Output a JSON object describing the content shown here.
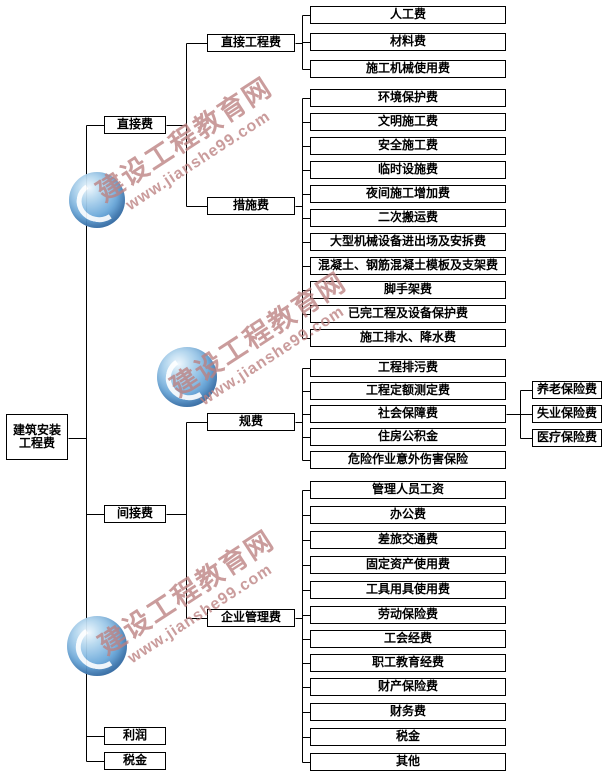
{
  "watermark": {
    "brand": "建设工程教育网",
    "url": "www.jianshe99.com"
  },
  "colors": {
    "line": "#000000",
    "watermark_text": "#bb8080",
    "logo_blue": "#3a77b4"
  },
  "tree": {
    "root": "建筑安装工程费",
    "level1": {
      "direct": "直接费",
      "indirect": "间接费",
      "profit": "利润",
      "tax": "税金"
    },
    "level2": {
      "direct_engineering": "直接工程费",
      "measures": "措施费",
      "regulation": "规费",
      "management": "企业管理费"
    },
    "direct_engineering_items": [
      "人工费",
      "材料费",
      "施工机械使用费"
    ],
    "measures_items": [
      "环境保护费",
      "文明施工费",
      "安全施工费",
      "临时设施费",
      "夜间施工增加费",
      "二次搬运费",
      "大型机械设备进出场及安拆费",
      "混凝土、钢筋混凝土模板及支架费",
      "脚手架费",
      "已完工程及设备保护费",
      "施工排水、降水费"
    ],
    "regulation_items": [
      "工程排污费",
      "工程定额测定费",
      "社会保障费",
      "住房公积金",
      "危险作业意外伤害保险"
    ],
    "management_items": [
      "管理人员工资",
      "办公费",
      "差旅交通费",
      "固定资产使用费",
      "工具用具使用费",
      "劳动保险费",
      "工会经费",
      "职工教育经费",
      "财产保险费",
      "财务费",
      "税金",
      "其他"
    ],
    "social_security_items": [
      "养老保险费",
      "失业保险费",
      "医疗保险费"
    ]
  }
}
